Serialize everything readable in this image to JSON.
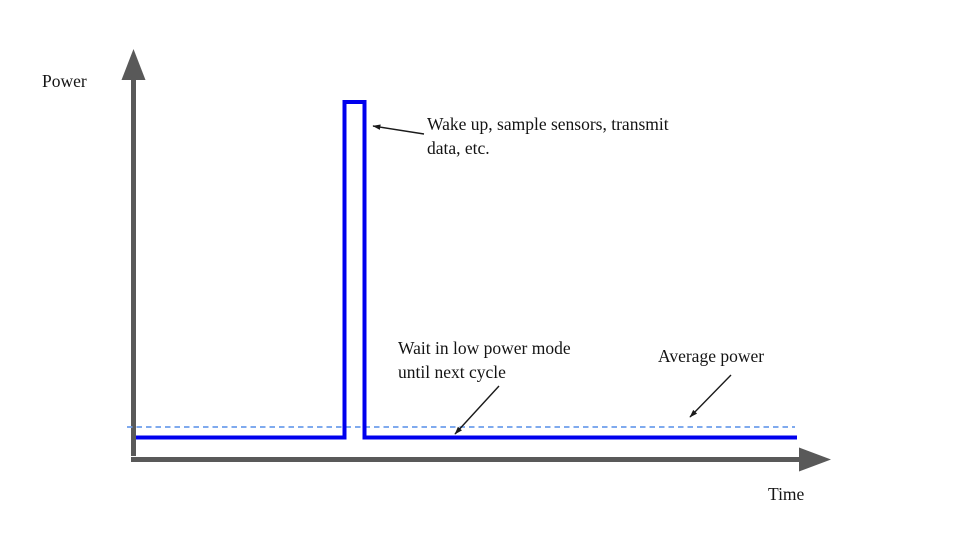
{
  "labels": {
    "y_axis": "Power",
    "x_axis": "Time"
  },
  "annotations": {
    "wake": "Wake up, sample sensors, transmit data, etc.",
    "wait": "Wait in low power mode until next cycle",
    "average": "Average power"
  },
  "colors": {
    "axis_gray": "#595959",
    "signal_blue": "#0000ee",
    "average_dashed_blue": "#6d9eeb",
    "annotation_black": "#1a1a1a",
    "background": "#ffffff"
  },
  "chart_data": {
    "type": "line",
    "title": "",
    "xlabel": "Time",
    "ylabel": "Power",
    "tick_labels": "none (qualitative sketch, arbitrary units)",
    "grid": false,
    "legend": false,
    "x_range": [
      0,
      10
    ],
    "y_range": [
      0,
      18
    ],
    "series": [
      {
        "name": "Instantaneous power",
        "style": "solid blue line",
        "color": "#0000ee",
        "points": [
          [
            0,
            1
          ],
          [
            3.15,
            1
          ],
          [
            3.15,
            16.6
          ],
          [
            3.45,
            16.6
          ],
          [
            3.45,
            1
          ],
          [
            10,
            1
          ]
        ]
      },
      {
        "name": "Average power",
        "style": "dashed light-blue horizontal line",
        "color": "#6d9eeb",
        "points": [
          [
            0,
            1.5
          ],
          [
            10,
            1.5
          ]
        ]
      }
    ],
    "annotations": [
      {
        "text": "Wake up, sample sensors, transmit data, etc.",
        "points_to": "top of the power spike"
      },
      {
        "text": "Wait in low power mode until next cycle",
        "points_to": "low baseline of the power curve"
      },
      {
        "text": "Average power",
        "points_to": "dashed average-power line"
      }
    ]
  }
}
